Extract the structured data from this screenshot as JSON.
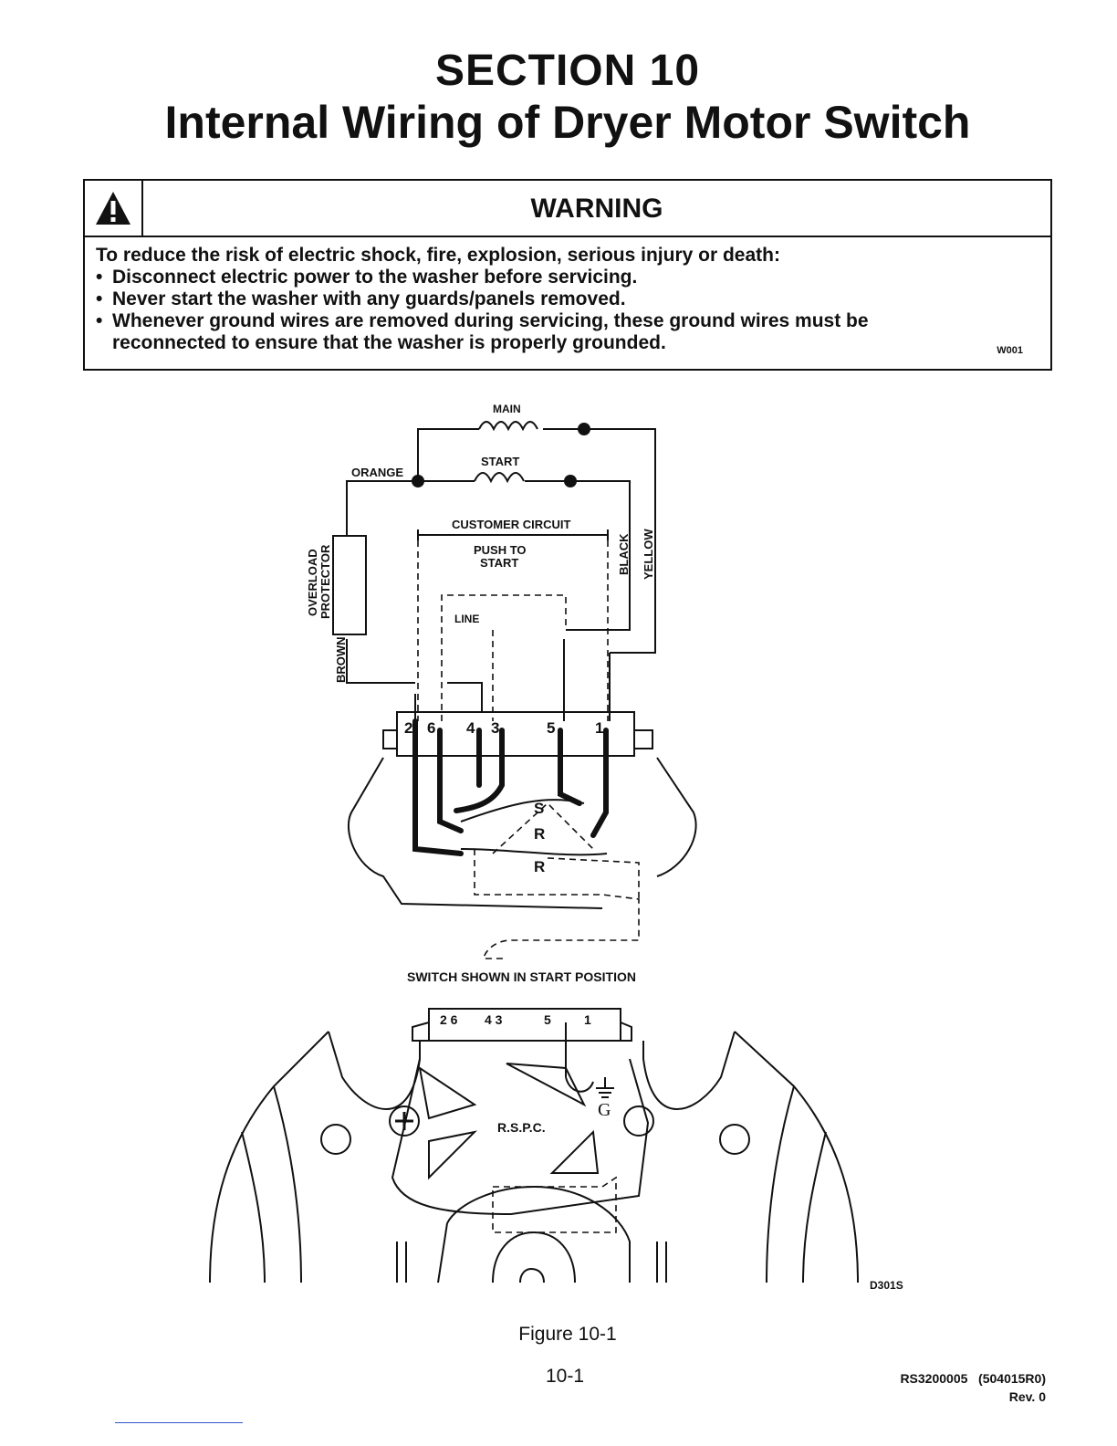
{
  "header": {
    "section": "SECTION 10",
    "title": "Internal Wiring of Dryer Motor Switch"
  },
  "warning": {
    "icon": "warning-triangle-icon",
    "title": "WARNING",
    "intro": "To reduce the risk of electric shock, fire, explosion, serious injury or death:",
    "bullets": [
      "Disconnect electric power to the washer before servicing.",
      "Never start the washer with any guards/panels removed.",
      "Whenever ground wires are removed during servicing, these ground wires must be reconnected to ensure that the washer is properly grounded."
    ],
    "code": "W001"
  },
  "diagram": {
    "labels": {
      "main": "MAIN",
      "start": "START",
      "orange": "ORANGE",
      "customer_circuit": "CUSTOMER CIRCUIT",
      "push_to": "PUSH TO",
      "start_btn": "START",
      "line": "LINE",
      "black": "BLACK",
      "yellow": "YELLOW",
      "overload": "OVERLOAD",
      "protector": "PROTECTOR",
      "brown": "BROWN",
      "t2": "2",
      "t6": "6",
      "t4": "4",
      "t3": "3",
      "t5": "5",
      "t1": "1",
      "s": "S",
      "r1": "R",
      "r2": "R",
      "switch_caption": "SWITCH SHOWN IN START POSITION",
      "b26": "2 6",
      "b43": "4 3",
      "b5": "5",
      "b1": "1",
      "rspc": "R.S.P.C.",
      "g": "G",
      "code": "D301S"
    }
  },
  "footer": {
    "figure": "Figure 10-1",
    "page": "10-1",
    "doc_id": "RS3200005   (504015R0)",
    "rev": "Rev. 0"
  }
}
